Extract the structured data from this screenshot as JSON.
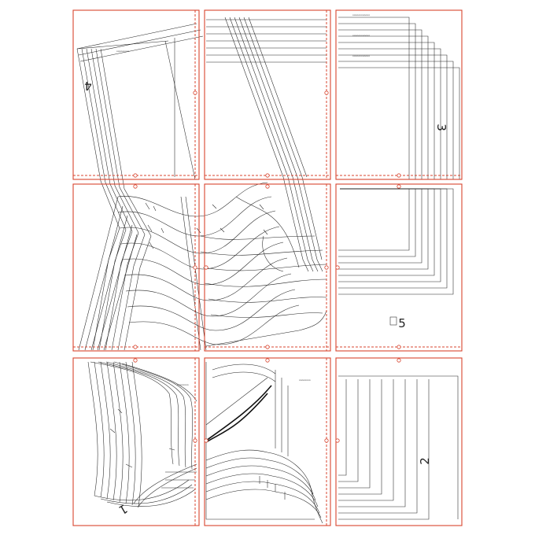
{
  "document": {
    "type": "sewing-pattern-tiled-print-layout",
    "grid": {
      "rows": 3,
      "columns": 3
    }
  },
  "pieces": [
    {
      "id": "piece-1",
      "label": "1"
    },
    {
      "id": "piece-2",
      "label": "2"
    },
    {
      "id": "piece-3",
      "label": "3"
    },
    {
      "id": "piece-4",
      "label": "4"
    },
    {
      "id": "piece-5",
      "label": "5"
    }
  ],
  "colors": {
    "tile_border": "#d8452f",
    "pattern_line": "#222222",
    "background": "#ffffff"
  }
}
